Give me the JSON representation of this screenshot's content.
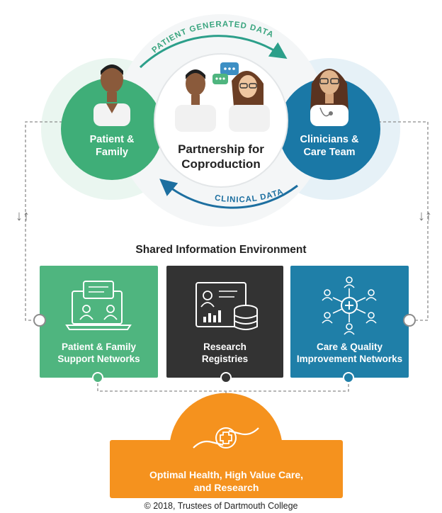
{
  "top": {
    "arc_top_label": "PATIENT GENERATED DATA",
    "arc_bottom_label": "CLINICAL DATA",
    "patient_label": "Patient &\nFamily",
    "clinicians_label": "Clinicians &\nCare Team",
    "center_label": "Partnership for\nCoproduction"
  },
  "section_title": "Shared Information Environment",
  "side_arrows": "↓↑",
  "boxes": [
    {
      "label": "Patient & Family\nSupport Networks",
      "color": "#4fb57f",
      "icon": "laptop-chat-icon"
    },
    {
      "label": "Research\nRegistries",
      "color": "#333333",
      "icon": "database-report-icon"
    },
    {
      "label": "Care & Quality\nImprovement Networks",
      "color": "#1f7fa8",
      "icon": "network-people-icon"
    }
  ],
  "outcome": {
    "label": "Optimal Health, High Value Care,\nand Research",
    "icon": "hands-medical-cross-icon"
  },
  "footer": "© 2018, Trustees of Dartmouth College",
  "colors": {
    "green": "#3fae78",
    "blue": "#1a78a6",
    "orange": "#f5921e",
    "dark": "#333333",
    "arrow_teal": "#2c9f8a",
    "arrow_blue": "#1d6fa0"
  }
}
